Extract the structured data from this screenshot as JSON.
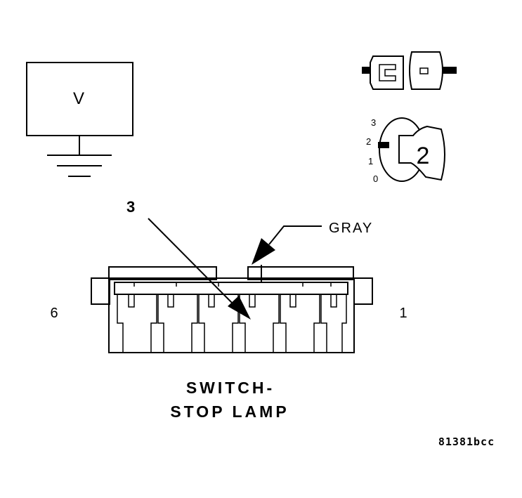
{
  "voltmeter": {
    "label": "V"
  },
  "key": {
    "positions": [
      "3",
      "2",
      "1",
      "0"
    ],
    "number": "2"
  },
  "connector": {
    "callout_number": "3",
    "wire_color_label": "GRAY",
    "pin_left": "6",
    "pin_right": "1"
  },
  "title": {
    "line1": "SWITCH-",
    "line2": "STOP LAMP"
  },
  "figure_code": "81381bcc",
  "colors": {
    "ink": "#000000",
    "paper": "#ffffff"
  }
}
